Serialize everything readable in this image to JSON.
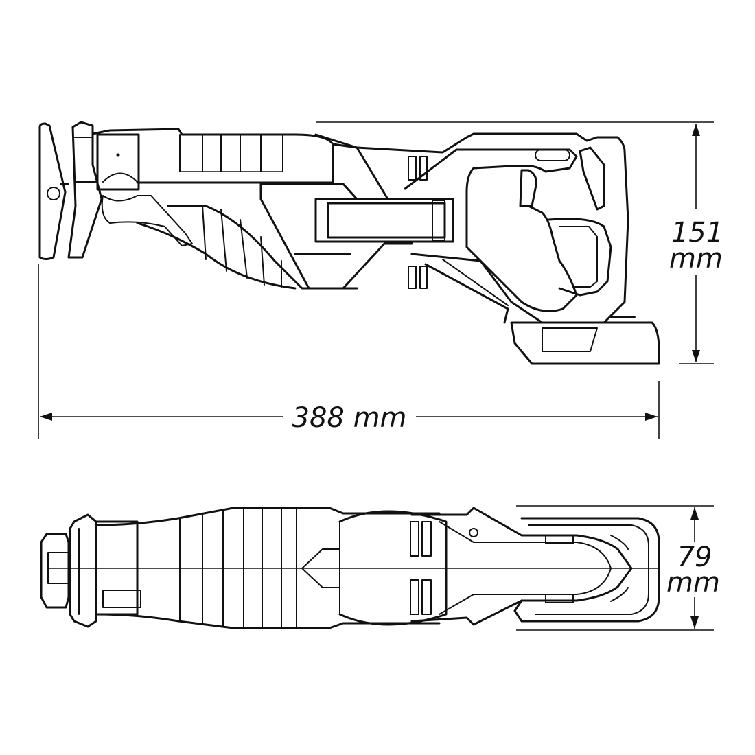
{
  "dimensions": {
    "length": {
      "value": "388",
      "unit": "mm"
    },
    "height": {
      "value": "151",
      "unit": "mm"
    },
    "width": {
      "value": "79",
      "unit": "mm"
    }
  }
}
